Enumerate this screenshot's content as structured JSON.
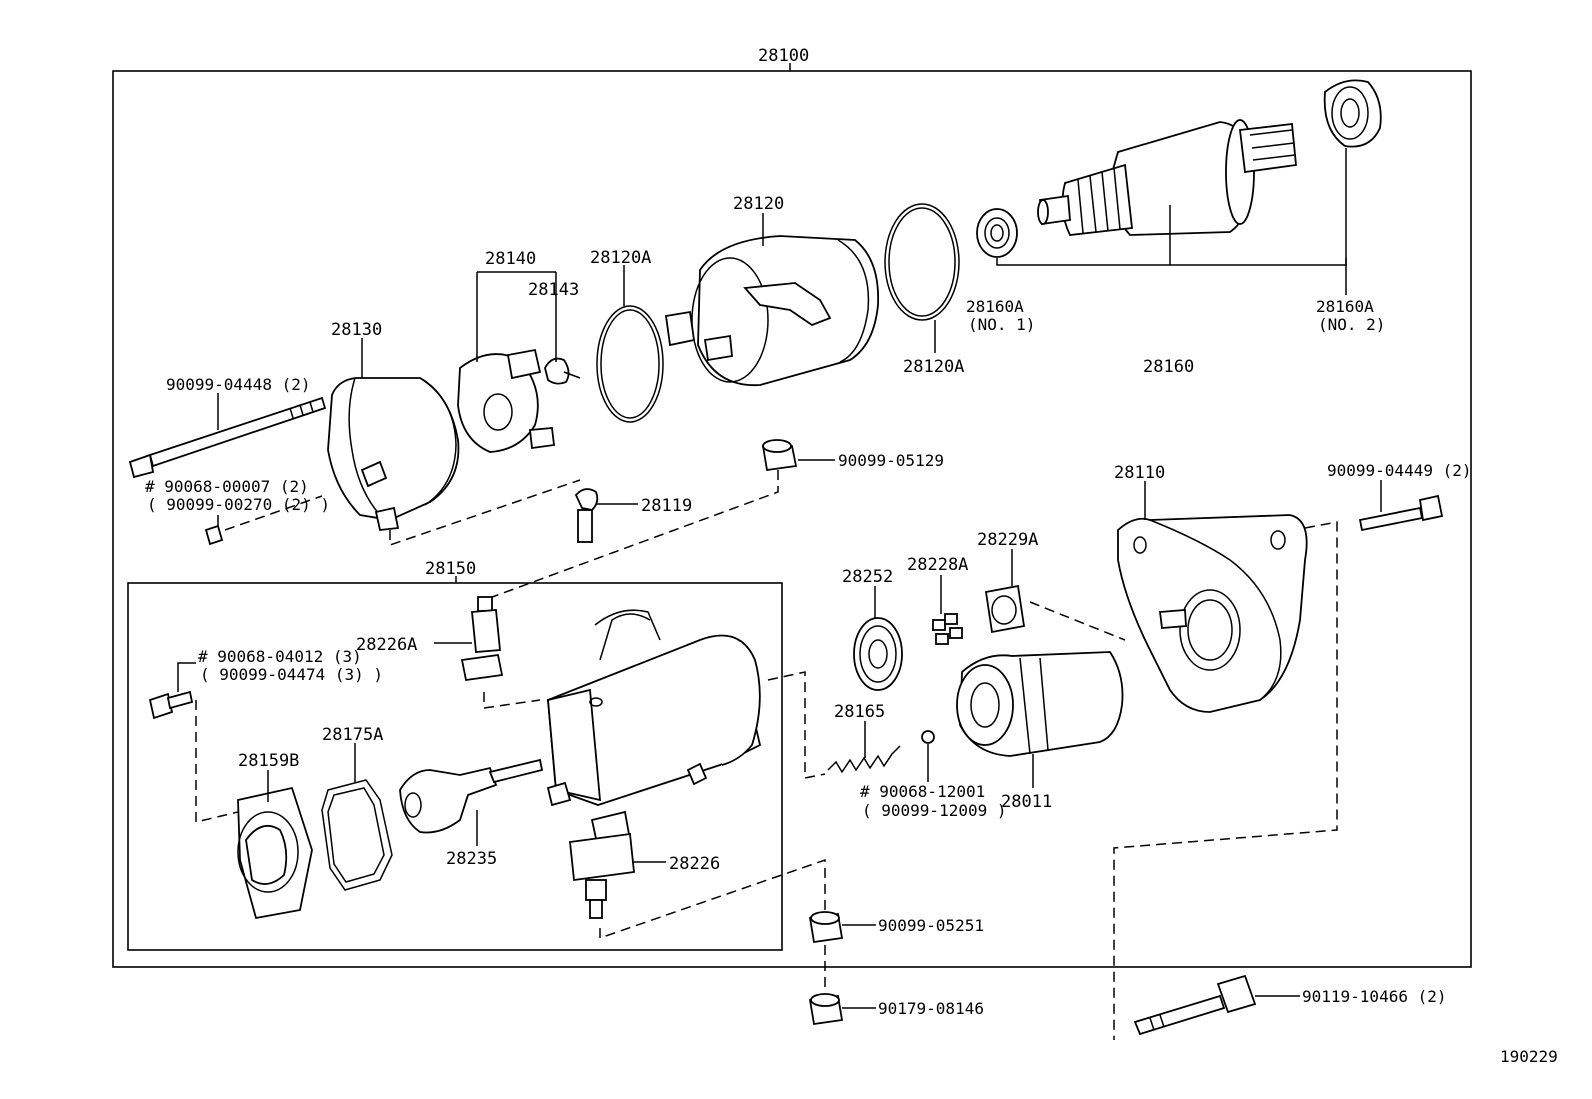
{
  "assembly": {
    "main": "28100",
    "sub": "28150"
  },
  "labels": {
    "p28130": "28130",
    "p28140": "28140",
    "p28143": "28143",
    "p28120A_a": "28120A",
    "p28120": "28120",
    "p28120A_b": "28120A",
    "p28160A_1": "28160A",
    "p28160A_1_note": "(NO. 1)",
    "p28160A_2": "28160A",
    "p28160A_2_note": "(NO. 2)",
    "p28160": "28160",
    "b90099_04448": "90099-04448 (2)",
    "b90068_00007": "# 90068-00007 (2)",
    "b90099_00270": "( 90099-00270 (2) )",
    "p28119": "28119",
    "n90099_05129": "90099-05129",
    "p28110": "28110",
    "b90099_04449": "90099-04449 (2)",
    "p28229A": "28229A",
    "p28228A": "28228A",
    "p28252": "28252",
    "p28226A": "28226A",
    "b90068_04012": "# 90068-04012 (3)",
    "b90099_04474": "( 90099-04474 (3) )",
    "p28175A": "28175A",
    "p28159B": "28159B",
    "p28235": "28235",
    "p28226": "28226",
    "p28165": "28165",
    "b90068_12001": "# 90068-12001",
    "b90099_12009": "( 90099-12009 )",
    "p28011": "28011",
    "n90099_05251": "90099-05251",
    "n90179_08146": "90179-08146",
    "b90119_10466": "90119-10466 (2)"
  },
  "figure_id": "190229"
}
